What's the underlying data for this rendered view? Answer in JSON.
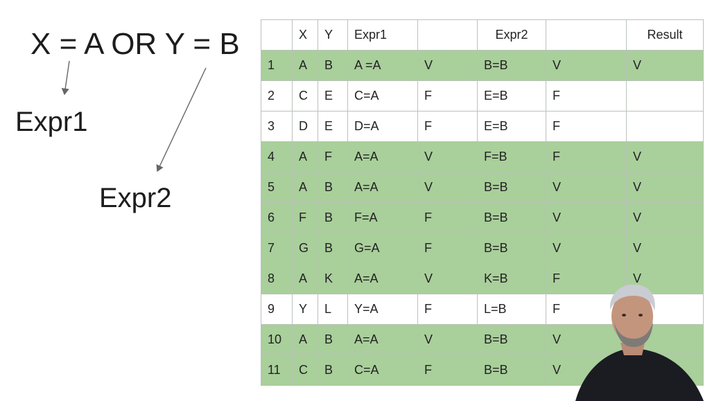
{
  "slide": {
    "formula": "X = A OR Y = B",
    "expr1_label": "Expr1",
    "expr2_label": "Expr2"
  },
  "table": {
    "headers": [
      "",
      "X",
      "Y",
      "Expr1",
      "",
      "Expr2",
      "",
      "Result"
    ],
    "rows": [
      {
        "cells": [
          "1",
          "A",
          "B",
          "A =A",
          "V",
          "B=B",
          "V",
          "V"
        ],
        "highlight": true
      },
      {
        "cells": [
          "2",
          "C",
          "E",
          "C=A",
          "F",
          "E=B",
          "F",
          ""
        ],
        "highlight": false
      },
      {
        "cells": [
          "3",
          "D",
          "E",
          "D=A",
          "F",
          "E=B",
          "F",
          ""
        ],
        "highlight": false
      },
      {
        "cells": [
          "4",
          "A",
          "F",
          "A=A",
          "V",
          "F=B",
          "F",
          "V"
        ],
        "highlight": true
      },
      {
        "cells": [
          "5",
          "A",
          "B",
          "A=A",
          "V",
          "B=B",
          "V",
          "V"
        ],
        "highlight": true
      },
      {
        "cells": [
          "6",
          "F",
          "B",
          "F=A",
          "F",
          "B=B",
          "V",
          "V"
        ],
        "highlight": true
      },
      {
        "cells": [
          "7",
          "G",
          "B",
          "G=A",
          "F",
          "B=B",
          "V",
          "V"
        ],
        "highlight": true
      },
      {
        "cells": [
          "8",
          "A",
          "K",
          "A=A",
          "V",
          "K=B",
          "F",
          "V"
        ],
        "highlight": true
      },
      {
        "cells": [
          "9",
          "Y",
          "L",
          "Y=A",
          "F",
          "L=B",
          "F",
          ""
        ],
        "highlight": false
      },
      {
        "cells": [
          "10",
          "A",
          "B",
          "A=A",
          "V",
          "B=B",
          "V",
          ""
        ],
        "highlight": true
      },
      {
        "cells": [
          "11",
          "C",
          "B",
          "C=A",
          "F",
          "B=B",
          "V",
          ""
        ],
        "highlight": true
      }
    ]
  },
  "colors": {
    "highlight_row": "#a9cf9b",
    "grid": "#b9c2b9"
  }
}
